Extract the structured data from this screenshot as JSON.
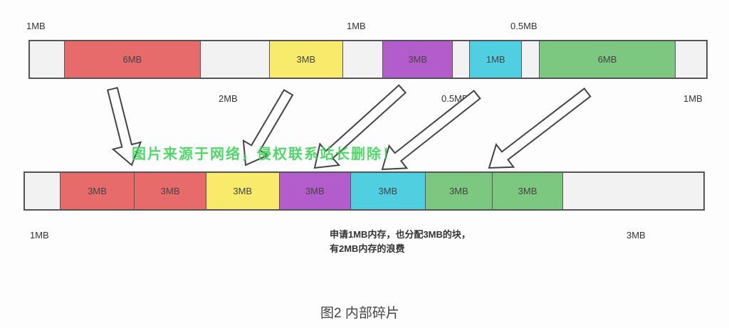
{
  "colors": {
    "free": "#f2f2f2",
    "red": "#e86b6b",
    "yellow": "#f8eb6b",
    "purple": "#b35ccb",
    "cyan": "#4fcfe0",
    "green": "#7dc880"
  },
  "top_bar": {
    "segments": [
      {
        "label": "",
        "color": "free"
      },
      {
        "label": "6MB",
        "color": "red"
      },
      {
        "label": "",
        "color": "free"
      },
      {
        "label": "3MB",
        "color": "yellow"
      },
      {
        "label": "",
        "color": "free"
      },
      {
        "label": "3MB",
        "color": "purple"
      },
      {
        "label": "",
        "color": "free"
      },
      {
        "label": "1MB",
        "color": "cyan"
      },
      {
        "label": "",
        "color": "free"
      },
      {
        "label": "6MB",
        "color": "green"
      },
      {
        "label": "",
        "color": "free"
      }
    ]
  },
  "top_labels": {
    "above": [
      "1MB",
      "1MB",
      "0.5MB"
    ],
    "below": [
      "2MB",
      "0.5MB",
      "1MB"
    ]
  },
  "bottom_bar": {
    "segments": [
      {
        "label": "",
        "color": "free"
      },
      {
        "label": "3MB",
        "color": "red"
      },
      {
        "label": "3MB",
        "color": "red"
      },
      {
        "label": "3MB",
        "color": "yellow"
      },
      {
        "label": "3MB",
        "color": "purple"
      },
      {
        "label": "3MB",
        "color": "cyan"
      },
      {
        "label": "3MB",
        "color": "green"
      },
      {
        "label": "3MB",
        "color": "green"
      },
      {
        "label": "",
        "color": "free"
      }
    ]
  },
  "bottom_labels": [
    "1MB",
    "3MB"
  ],
  "note": [
    "申请1MB内存，也分配3MB的块，",
    "有2MB内存的浪费"
  ],
  "caption": "图2 内部碎片",
  "watermark": "图片来源于网络，侵权联系站长删除！"
}
